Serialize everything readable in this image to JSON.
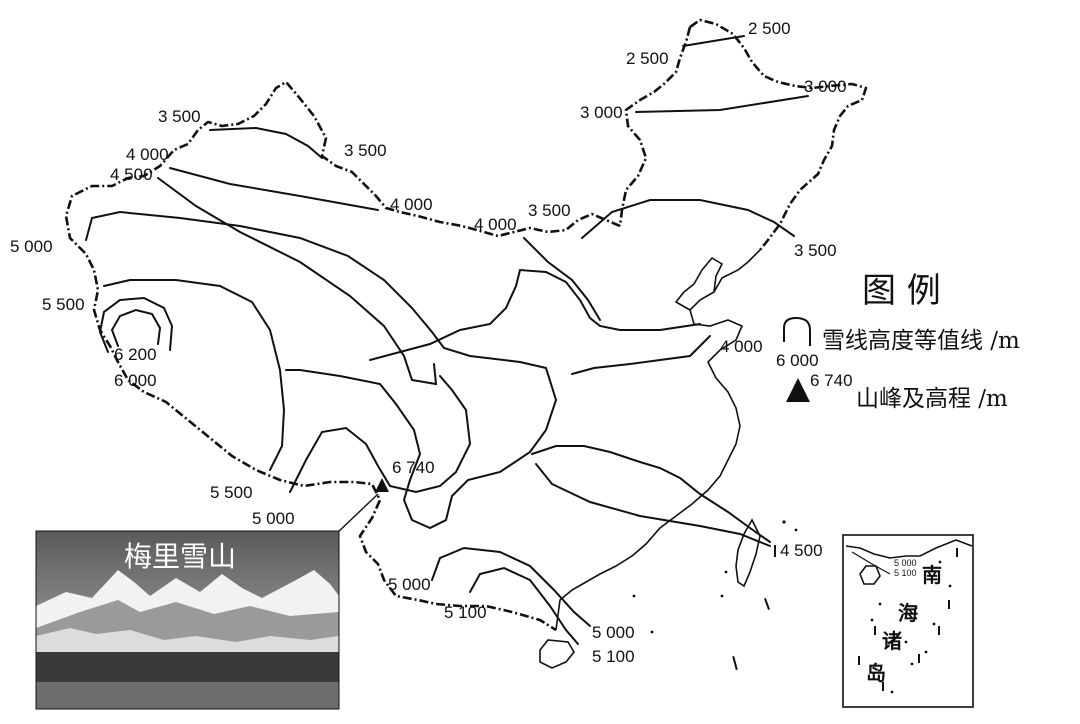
{
  "legend": {
    "title": "图  例",
    "isoline_label": "雪线高度等值线 /m",
    "isoline_sample_value": "6 000",
    "peak_label": "山峰及高程 /m",
    "peak_sample_value": "6 740"
  },
  "photo": {
    "caption": "梅里雪山"
  },
  "peak": {
    "elevation": "6 740"
  },
  "isoline_labels": {
    "ne_2500_a": "2 500",
    "ne_2500_b": "2 500",
    "ne_3000_a": "3 000",
    "ne_3000_b": "3 000",
    "w_3500_a": "3 500",
    "w_3500_b": "3 500",
    "w_4000_a": "4 000",
    "w_4500_a": "4 500",
    "c_4000_b": "4 000",
    "n_4000_c": "4 000",
    "n_3500_c": "3 500",
    "e_3500_d": "3 500",
    "w_5000_a": "5 000",
    "w_5500_a": "5 500",
    "w_6200": "6 200",
    "w_6000": "6 000",
    "s_5500_b": "5 500",
    "s_5000_b": "5 000",
    "e_4000_d": "4 000",
    "se_4500": "4 500",
    "s_5000_c": "5 000",
    "s_5100_a": "5 100",
    "s_5000_d": "5 000",
    "s_5100_b": "5 100"
  },
  "inset": {
    "values": [
      "5 000",
      "5 100"
    ],
    "label_chars": [
      "南",
      "海",
      "诸",
      "岛"
    ]
  },
  "colors": {
    "ink": "#111111",
    "paper": "#ffffff"
  }
}
